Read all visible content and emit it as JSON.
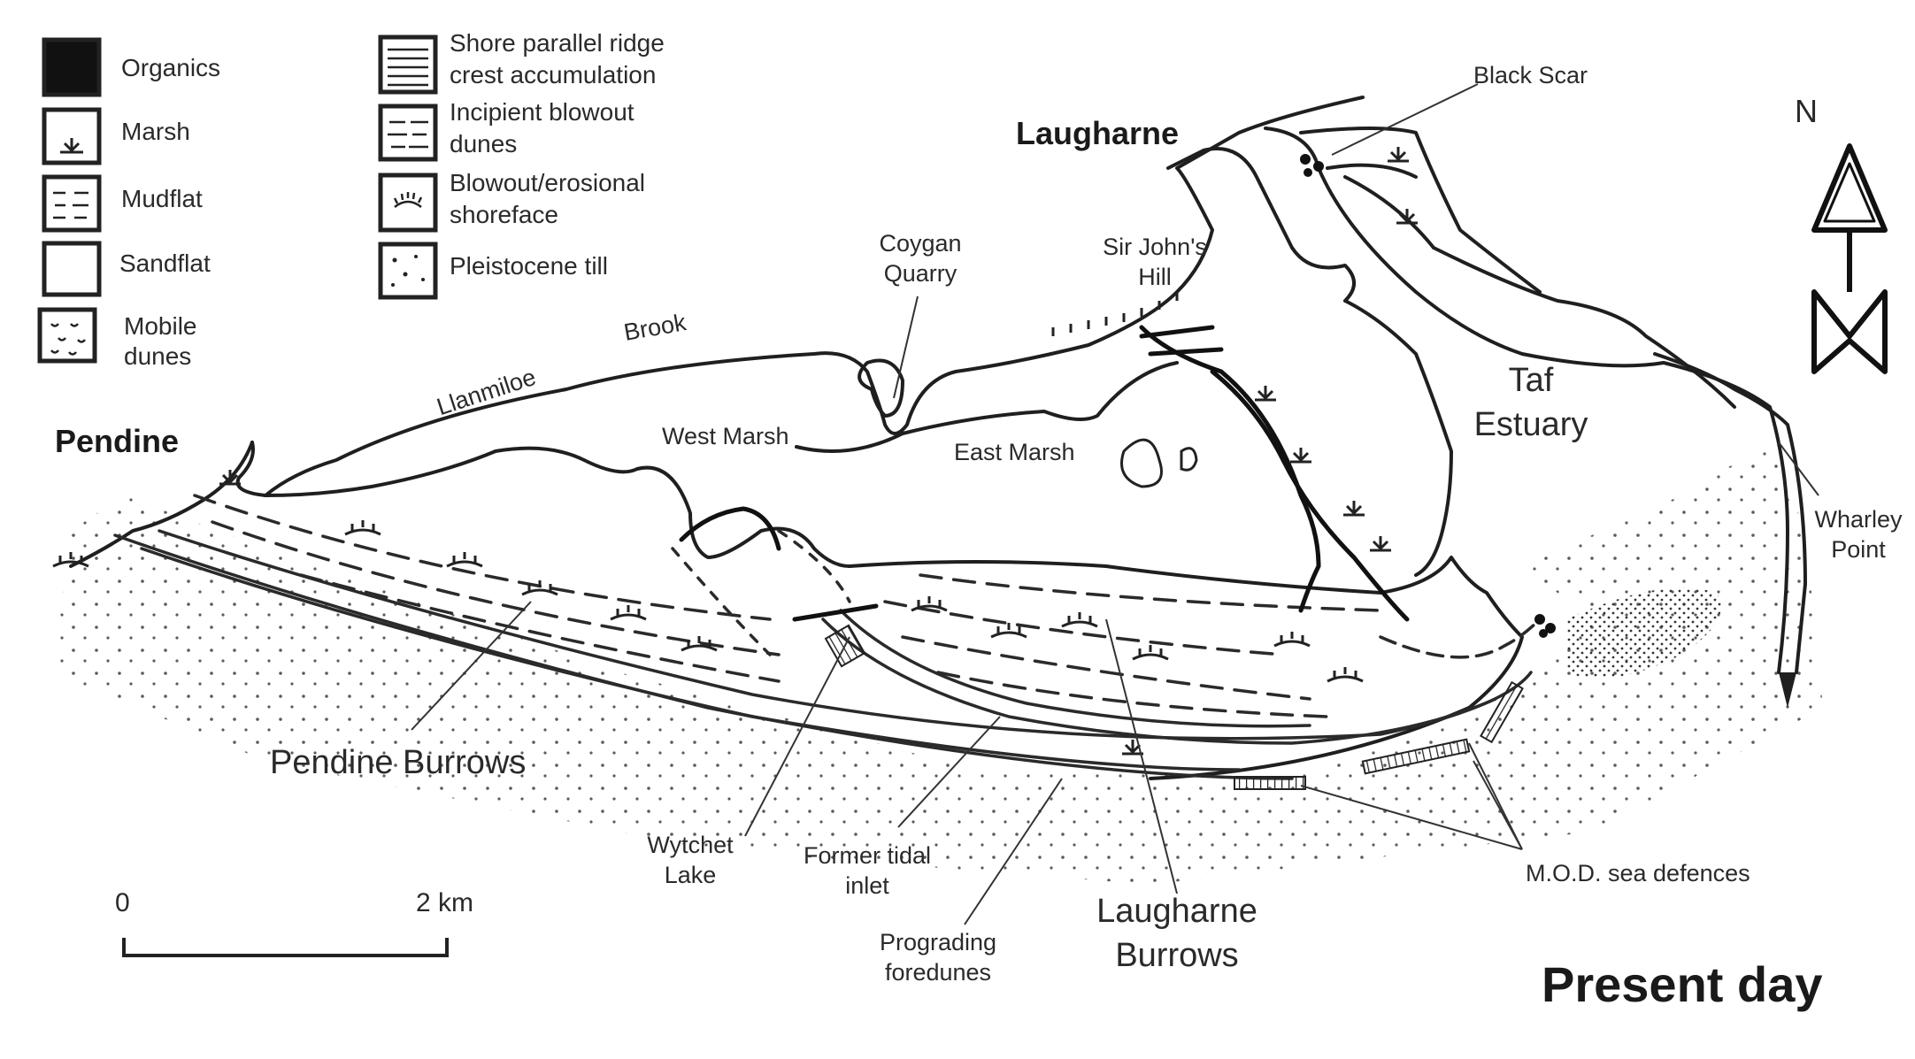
{
  "legend": {
    "items": [
      {
        "label": "Organics"
      },
      {
        "label": "Marsh"
      },
      {
        "label": "Mudflat"
      },
      {
        "label": "Sandflat"
      },
      {
        "label_line1": "Mobile",
        "label_line2": "dunes"
      },
      {
        "label_line1": "Shore parallel ridge",
        "label_line2": "crest accumulation"
      },
      {
        "label_line1": "Incipient blowout",
        "label_line2": "dunes"
      },
      {
        "label_line1": "Blowout/erosional",
        "label_line2": "shoreface"
      },
      {
        "label": "Pleistocene till"
      }
    ]
  },
  "places": {
    "pendine": "Pendine",
    "laugharne": "Laugharne",
    "black_scar": "Black Scar",
    "coygan_1": "Coygan",
    "coygan_2": "Quarry",
    "sir_johns_1": "Sir John's",
    "sir_johns_2": "Hill",
    "brook": "Brook",
    "llanmiloe": "Llanmiloe",
    "west_marsh": "West Marsh",
    "east_marsh": "East Marsh",
    "taf_1": "Taf",
    "taf_2": "Estuary",
    "wharley_1": "Wharley",
    "wharley_2": "Point",
    "pendine_burrows": "Pendine Burrows",
    "wytchet_1": "Wytchet",
    "wytchet_2": "Lake",
    "former_1": "Former tidal",
    "former_2": "inlet",
    "prograding_1": "Prograding",
    "prograding_2": "foredunes",
    "laugharne_burrows_1": "Laugharne",
    "laugharne_burrows_2": "Burrows",
    "mod": "M.O.D. sea defences"
  },
  "north_arrow": {
    "label": "N"
  },
  "scale_bar": {
    "start": "0",
    "end": "2 km"
  },
  "title": "Present day"
}
